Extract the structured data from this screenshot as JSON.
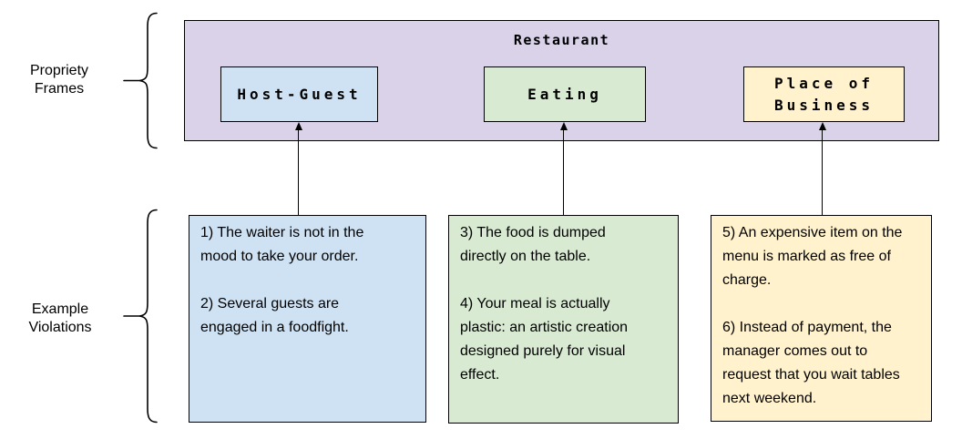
{
  "labels": {
    "frames_group": "Propriety Frames",
    "violations_group": "Example Violations"
  },
  "frame": {
    "title": "Restaurant",
    "fill": "#d9d2e9",
    "border_color": "#000000",
    "children": [
      {
        "label": "Host-Guest",
        "fill": "#cfe2f3"
      },
      {
        "label": "Eating",
        "fill": "#d9ead3"
      },
      {
        "label": "Place of Business",
        "fill": "#fff2cc"
      }
    ]
  },
  "violations": [
    {
      "fill": "#cfe2f3",
      "frame": "Host-Guest",
      "items": [
        "1) The waiter is not in the\nmood to take your order.",
        "2) Several guests are\nengaged in a foodfight."
      ]
    },
    {
      "fill": "#d9ead3",
      "frame": "Eating",
      "items": [
        "3) The food is dumped\ndirectly on the table.",
        "4) Your meal is actually\nplastic: an artistic creation\ndesigned purely for visual\neffect."
      ]
    },
    {
      "fill": "#fff2cc",
      "frame": "Place of Business",
      "items": [
        "5) An expensive item on the\nmenu is marked as free of\ncharge.",
        "6) Instead of payment, the\nmanager comes out to\nrequest that you wait tables\nnext weekend."
      ]
    }
  ]
}
